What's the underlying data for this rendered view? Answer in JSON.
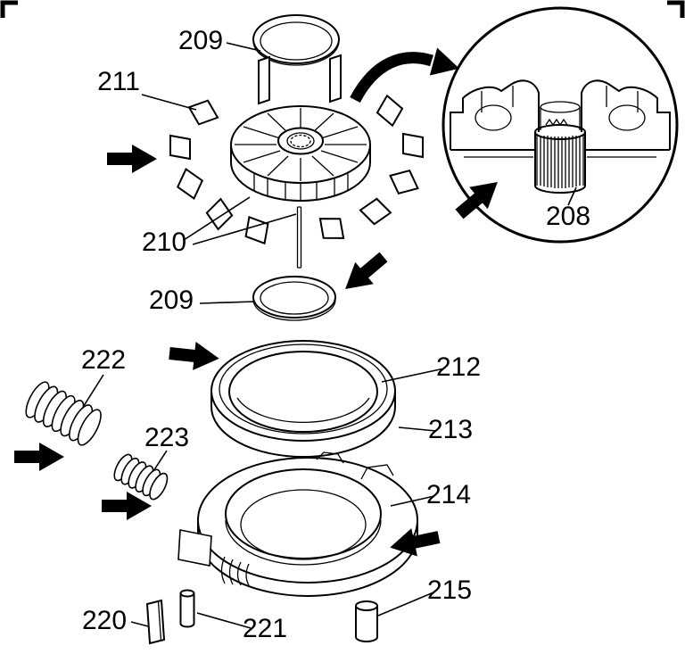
{
  "figure": {
    "background_color": "#ffffff",
    "line_color": "#000000",
    "callouts": {
      "c208": "208",
      "c209_top": "209",
      "c209_mid": "209",
      "c210": "210",
      "c211": "211",
      "c212": "212",
      "c213": "213",
      "c214": "214",
      "c215": "215",
      "c220": "220",
      "c221": "221",
      "c222": "222",
      "c223": "223"
    }
  }
}
